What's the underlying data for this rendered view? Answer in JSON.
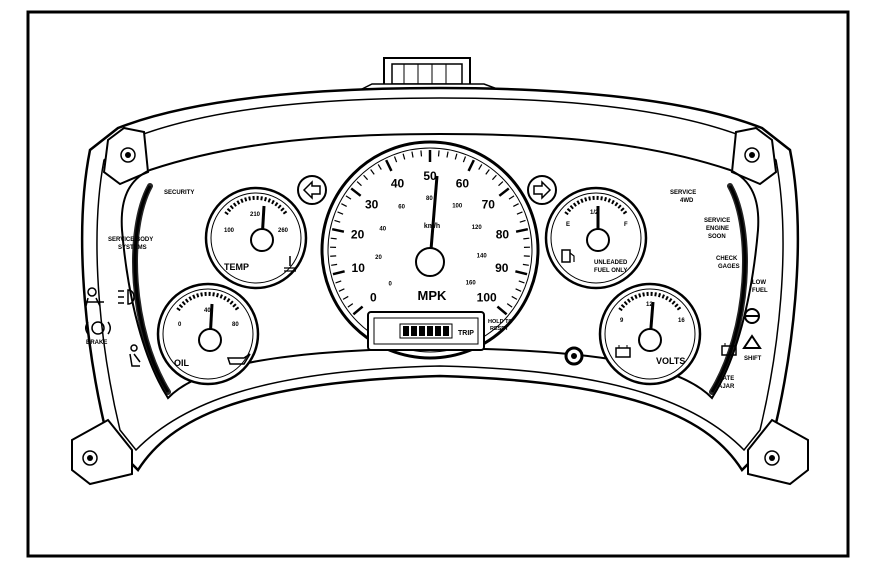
{
  "left_indicators": {
    "security": "SECURITY",
    "service_body": [
      "SERVICE BODY",
      "SYSTEMS"
    ],
    "brake": "BRAKE"
  },
  "right_indicators": {
    "service_4wd": [
      "SERVICE",
      "4WD"
    ],
    "service_engine": [
      "SERVICE",
      "ENGINE",
      "SOON"
    ],
    "check_gages": [
      "CHECK",
      "GAGES"
    ],
    "low_fuel": [
      "LOW",
      "FUEL"
    ],
    "shift": "SHIFT",
    "gate_ajar": [
      "GATE",
      "AJAR"
    ]
  },
  "speedometer": {
    "unit_label": "MPK",
    "mph_ticks": [
      "0",
      "10",
      "20",
      "30",
      "40",
      "50",
      "60",
      "70",
      "80",
      "90",
      "100"
    ],
    "kmh_ticks": [
      "0",
      "20",
      "40",
      "60",
      "80",
      "100",
      "120",
      "140",
      "160"
    ],
    "unit_km": "km/h"
  },
  "odometer": {
    "trip": "TRIP",
    "hold": [
      "HOLD TO",
      "RESET"
    ]
  },
  "temp_gauge": {
    "label": "TEMP",
    "ticks": [
      "100",
      "210",
      "260"
    ]
  },
  "oil_gauge": {
    "label": "OIL",
    "ticks": [
      "0",
      "40",
      "80"
    ]
  },
  "fuel_gauge": {
    "ticks": [
      "E",
      "1/2",
      "F"
    ],
    "note": [
      "UNLEADED",
      "FUEL ONLY"
    ]
  },
  "volts_gauge": {
    "label": "VOLTS",
    "ticks": [
      "9",
      "12",
      "16"
    ]
  }
}
